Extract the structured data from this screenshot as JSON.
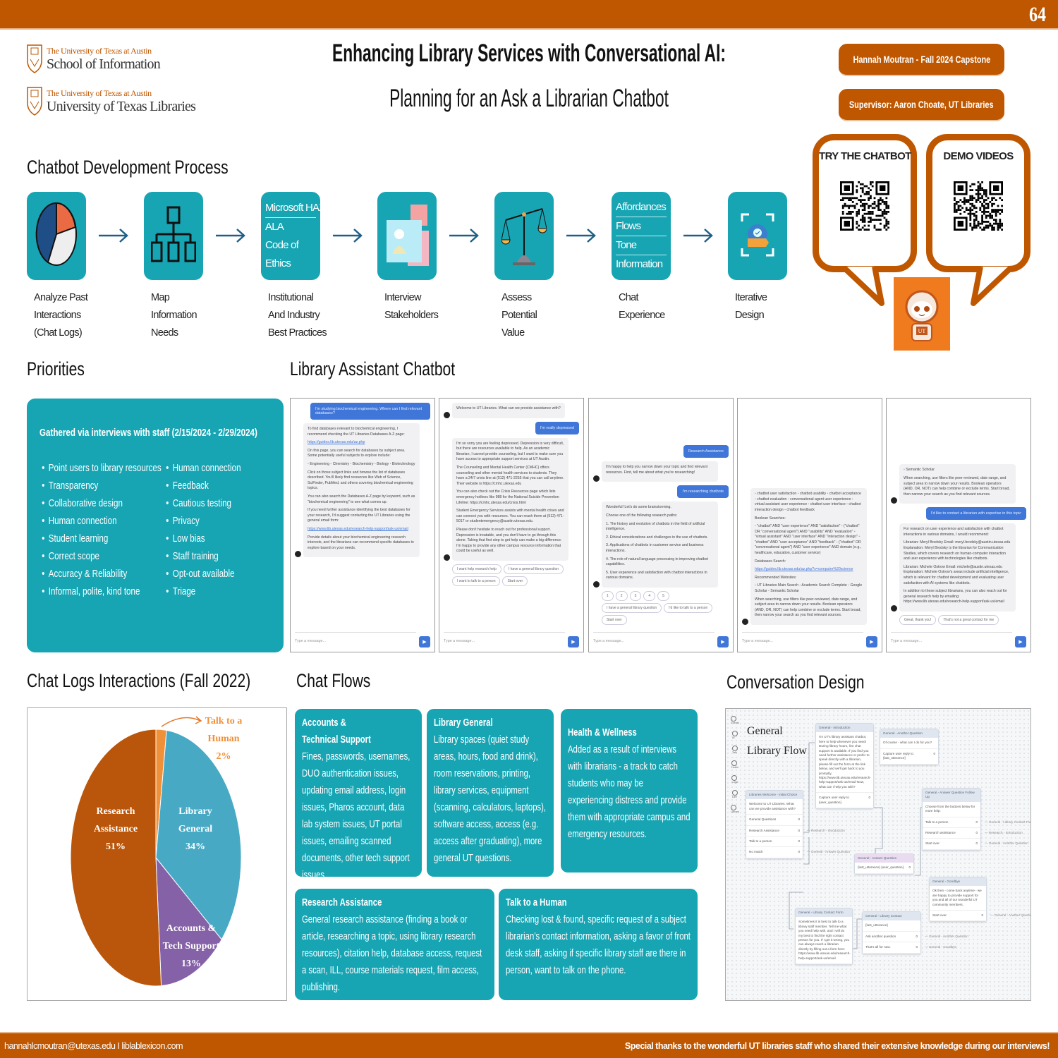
{
  "header": {
    "page_number": "64",
    "logos": [
      {
        "line1": "The University of Texas at Austin",
        "line2": "School of Information"
      },
      {
        "line1": "The University of Texas at Austin",
        "line2": "University of Texas Libraries"
      }
    ],
    "title": "Enhancing Library Services with Conversational AI:",
    "subtitle": "Planning for an Ask a Librarian Chatbot",
    "author": "Hannah Moutran  -  Fall 2024 Capstone",
    "supervisor": "Supervisor: Aaron Choate, UT Libraries"
  },
  "qr": {
    "try_label": "TRY THE CHATBOT",
    "demo_label": "DEMO VIDEOS",
    "mascot_badge": "UT"
  },
  "process": {
    "heading": "Chatbot Development Process",
    "steps": [
      {
        "icon": "pie-chart-icon",
        "label": [
          "Analyze Past",
          "Interactions",
          "(Chat Logs)"
        ]
      },
      {
        "icon": "hierarchy-icon",
        "label": [
          "Map",
          "Information",
          "Needs"
        ]
      },
      {
        "box_text": [
          "Microsoft HAX",
          "ALA",
          "Code of",
          "Ethics"
        ],
        "label": [
          "Institutional",
          "And Industry",
          "Best Practices"
        ]
      },
      {
        "icon": "interview-icon",
        "label": [
          "Interview",
          "Stakeholders"
        ]
      },
      {
        "icon": "scale-icon",
        "label": [
          "Assess",
          "Potential",
          "Value"
        ]
      },
      {
        "box_text": [
          "Affordances",
          "Flows",
          "Tone",
          "Information"
        ],
        "label": [
          "Chat",
          "Experience"
        ]
      },
      {
        "icon": "iterate-icon",
        "label": [
          "Iterative",
          "Design"
        ]
      }
    ]
  },
  "priorities": {
    "heading": "Priorities",
    "subheading": "Gathered via interviews with staff (2/15/2024 - 2/29/2024)",
    "col1": [
      "Point users to library resources",
      "Transparency",
      "Collaborative design",
      "Human connection",
      "Student learning",
      "Correct scope",
      "Accuracy & Reliability",
      "Informal, polite, kind tone"
    ],
    "col2": [
      "Human connection",
      "Feedback",
      "Cautious testing",
      "Privacy",
      "Low bias",
      "Staff training",
      "Opt-out available",
      "Triage"
    ]
  },
  "assistant": {
    "heading": "Library Assistant Chatbot",
    "input_placeholder": "Type a message...",
    "panels": [
      {
        "messages": [
          {
            "role": "user",
            "paras": [
              "I'm studying biochemical engineering. Where can I find relevant databases?"
            ]
          },
          {
            "role": "bot",
            "paras": [
              "To find databases relevant to biochemical engineering, I recommend checking the UT Libraries Databases A-Z page:",
              "https://guides.lib.utexas.edu/az.php",
              "On this page, you can search for databases by subject area. Some potentially useful subjects to explore include:",
              "◦ Engineering ◦ Chemistry ◦ Biochemistry ◦ Biology ◦ Biotechnology",
              "Click on those subject links and browse the list of databases described. You'll likely find resources like Web of Science, SciFinder, PubMed, and others covering biochemical engineering topics.",
              "You can also search the Databases A-Z page by keyword, such as \"biochemical engineering\" to see what comes up.",
              "If you need further assistance identifying the best databases for your research, I'd suggest contacting the UT Libraries using the general email form:",
              "https://www.lib.utexas.edu/research-help-support/ask-us/email",
              "Provide details about your biochemical engineering research interests, and the librarians can recommend specific databases to explore based on your needs."
            ]
          }
        ],
        "chips": []
      },
      {
        "messages": [
          {
            "role": "bot",
            "paras": [
              "Welcome to UT Libraries.  What can we provide assistance with?"
            ]
          },
          {
            "role": "user",
            "paras": [
              "I'm really depressed"
            ]
          },
          {
            "role": "bot",
            "paras": [
              "I'm so sorry you are feeling depressed. Depression is very difficult, but there are resources available to help. As an academic librarian, I cannot provide counseling, but I want to make sure you have access to appropriate support services at UT Austin.",
              "The Counseling and Mental Health Center (CMHC) offers counseling and other mental health services to students. They have a 24/7 crisis line at (512) 471-2255 that you can call anytime. Their website is https://cmhc.utexas.edu",
              "You can also check out the Crisis Resources page which lists emergency hotlines like 988 for the National Suicide Prevention Lifeline: https://cmhc.utexas.edu/crisis.html",
              "Student Emergency Services assists with mental health crises and can connect you with resources. You can reach them at (512) 471-5017 or studentemergency@austin.utexas.edu.",
              "Please don't hesitate to reach out for professional support. Depression is treatable, and you don't have to go through this alone. Taking that first step to get help can make a big difference. I'm happy to provide any other campus resource information that could be useful as well."
            ]
          }
        ],
        "chips": [
          "I want help research help",
          "I have a general library question",
          "I want to talk to a person",
          "Start over"
        ]
      },
      {
        "messages": [
          {
            "role": "user",
            "paras": [
              "Research Assistance"
            ]
          },
          {
            "role": "bot",
            "paras": [
              "I'm happy to help you narrow down your topic and find relevant resources.  First, tell me about what you're researching!"
            ]
          },
          {
            "role": "user",
            "paras": [
              "I'm researching chatbots"
            ]
          },
          {
            "role": "bot",
            "paras": [
              "Wonderful!  Let's do some brainstorming.",
              "Choose one of the following research paths:",
              "1. The history and evolution of chatbots in the field of artificial intelligence.",
              "2. Ethical considerations and challenges in the use of chatbots.",
              "3. Applications of chatbots in customer service and business interactions.",
              "4. The role of natural language processing in improving chatbot capabilities.",
              "5. User experience and satisfaction with chatbot interactions in various domains."
            ]
          }
        ],
        "chips": [
          "1",
          "2",
          "3",
          "4",
          "5",
          "I have a general library question",
          "I'd like to talk to a person",
          "Start over"
        ]
      },
      {
        "messages": [
          {
            "role": "bot",
            "paras": [
              "◦ chatbot user satisfaction ◦ chatbot usability ◦ chatbot acceptance ◦ chatbot evaluation ◦ conversational agent user experience ◦ virtual assistant user experience ◦ chatbot user interface ◦ chatbot interaction design ◦ chatbot feedback",
              "Boolean Searches:",
              "◦ \"chatbot\" AND \"user experience\" AND \"satisfaction\" ◦ (\"chatbot\" OR \"conversational agent\") AND \"usability\" AND \"evaluation\" ◦ \"virtual assistant\" AND \"user interface\" AND \"interaction design\" ◦ \"chatbot\" AND \"user acceptance\" AND \"feedback\" ◦ (\"chatbot\" OR \"conversational agent\") AND \"user experience\" AND domain (e.g., healthcare, education, customer service)",
              "Databases Search:",
              "https://guides.lib.utexas.edu/az.php?s=computer%20science",
              "Recommended Websites:",
              "◦ UT Libraries Main Search ◦ Academic Search Complete ◦ Google Scholar ◦ Semantic Scholar",
              "When searching, use filters like peer-reviewed, date range, and subject area to narrow down your results. Boolean operators (AND, OR, NOT) can help combine or exclude terms. Start broad, then narrow your search as you find relevant sources."
            ]
          }
        ],
        "chips": []
      },
      {
        "messages": [
          {
            "role": "bot",
            "paras": [
              "◦ Semantic Scholar",
              "When searching, use filters like peer-reviewed, date range, and subject area to narrow down your results. Boolean operators (AND, OR, NOT) can help combine or exclude terms. Start broad, then narrow your search as you find relevant sources."
            ]
          },
          {
            "role": "user",
            "paras": [
              "I'd like to contact a librarian with expertise in this topic"
            ]
          },
          {
            "role": "bot",
            "paras": [
              "For research on user experience and satisfaction with chatbot interactions in various domains, I would recommend:",
              "Librarian: Meryl Brodsky Email: meryl.brodsky@austin.utexas.edu Explanation: Meryl Brodsky is the librarian for Communication Studies, which covers research on human-computer interaction and user experience with technologies like chatbots.",
              "Librarian: Michele Ostrow Email: michele@austin.utexas.edu Explanation: Michele Ostrow's areas include artificial intelligence, which is relevant for chatbot development and evaluating user satisfaction with AI systems like chatbots.",
              "In addition to these subject librarians, you can also reach out for general research help by emailing: https://www.lib.utexas.edu/research-help-support/ask-us/email"
            ]
          }
        ],
        "chips": [
          "Great, thank you!",
          "That's not a great contact for me"
        ]
      }
    ]
  },
  "chart_data": {
    "type": "pie",
    "title": "Chat Logs Interactions (Fall 2022)",
    "slices": [
      {
        "name": "Talk to a Human",
        "value": 2,
        "label": "2%",
        "color": "#f0913a"
      },
      {
        "name": "Library General",
        "value": 34,
        "label": "34%",
        "color": "#48a9c5"
      },
      {
        "name": "Accounts & Tech Support",
        "value": 13,
        "label": "13%",
        "color": "#8561a7"
      },
      {
        "name": "Research Assistance",
        "value": 51,
        "label": "51%",
        "color": "#b9560b"
      }
    ]
  },
  "chat_flows": {
    "heading": "Chat Flows",
    "cards": [
      {
        "title": "Accounts &\nTechnical Support",
        "body": "Fines, passwords, usernames, DUO authentication issues, updating email address, login issues, Pharos account, data lab system issues, UT portal issues, emailing scanned documents, other tech support issues."
      },
      {
        "title": "Library General",
        "body": "Library spaces (quiet study areas, hours, food and drink), room reservations, printing, library services, equipment (scanning, calculators, laptops), software access, access (e.g. access after graduating), more general UT questions."
      },
      {
        "title": "Health & Wellness",
        "body": "Added as a result of interviews with librarians - a track to catch students who may be experiencing distress and provide them with appropriate campus and emergency resources."
      },
      {
        "title": "Research Assistance",
        "body": "General research assistance (finding a book or article, researching a topic, using library research resources), citation help, database access, request a scan, ILL, course materials request, film access, publishing."
      },
      {
        "title": "Talk to a Human",
        "body": "Checking lost & found, specific request of a subject librarian’s contact information, asking a favor of front desk staff, asking if specific library staff are there in person, want to talk on the phone."
      }
    ]
  },
  "conversation_design": {
    "heading": "Conversation Design",
    "diagram_title": [
      "General",
      "Library Flow"
    ],
    "side_icons": [
      "Events",
      "AI",
      "Talk",
      "Listen",
      "Logic",
      "Dev",
      "Library"
    ],
    "nodes": {
      "intro": {
        "title": "General - Introduction",
        "body": "I'm UT's library assistant chatbot, here to help whenever you need! During library hours, live chat support is available. If you find you need further assistance or prefer to speak directly with a librarian, please fill out the form at the link below, and we'll get back to you promptly. https://www.lib.utexas.edu/research-help-support/ask-us/email  Now, what can I help you with?",
        "options": [
          {
            "label": "Capture user reply to {user_question}",
            "target": ""
          }
        ]
      },
      "another": {
        "title": "General - Another Question",
        "body": "Of course - what can I do for you?",
        "options": [
          {
            "label": "Capture user reply to {last_utterance}",
            "target": ""
          }
        ]
      },
      "welcome": {
        "title": "Libraries Welcome - Initial Choice",
        "body": "Welcome to UT Libraries.  What can we provide assistance with?",
        "options": [
          {
            "label": "General Questions",
            "target": ""
          },
          {
            "label": "Research Assistance",
            "target": "Research - Introduction"
          },
          {
            "label": "Talk to a person",
            "target": ""
          },
          {
            "label": "No match",
            "target": "General - Answer Question"
          }
        ]
      },
      "followup": {
        "title": "General - Answer Question Follow Up",
        "body": "Choose from the buttons below for more help:",
        "options": [
          {
            "label": "Talk to a person",
            "target": "General - Library Contact Form"
          },
          {
            "label": "Research assistance",
            "target": "Research - Introduction"
          },
          {
            "label": "Start over",
            "target": "General - Another Question"
          }
        ]
      },
      "answer": {
        "title": "General - Answer Question",
        "body": "",
        "options": [
          {
            "label": "{last_utterance} {user_question}",
            "target": ""
          }
        ]
      },
      "goodbye": {
        "title": "General - Goodbye",
        "body": "Ok then - come back anytime - we are happy to provide support for you and all of our wonderful UT community members.",
        "options": [
          {
            "label": "Start over",
            "target": "General - Another Question"
          }
        ]
      },
      "contactform": {
        "title": "General - Library Contact Form",
        "body": "Sometimes it is best to talk to a library staff member.  Tell me what you need help with, and I will do my best to find the right contact person for you.  If I get it wrong, you can always reach a librarian directly by filling out a form here: https://www.lib.utexas.edu/research-help-support/ask-us/email",
        "options": []
      },
      "contact": {
        "title": "General - Library Contact",
        "body": "{last_utterance}",
        "options": [
          {
            "label": "Ask another question",
            "target": "General - Another Question"
          },
          {
            "label": "That's all for now.",
            "target": "General - Goodbye"
          }
        ]
      }
    },
    "option_count": "0"
  },
  "footer": {
    "contact": "hannahlcmoutran@utexas.edu I liblablexicon.com",
    "thanks": "Special thanks to the wonderful  UT libraries staff who shared their extensive  knowledge during our interviews!"
  },
  "colors": {
    "brand_orange": "#bf5700",
    "teal": "#17a5b4",
    "chat_blue": "#3f76d8"
  }
}
